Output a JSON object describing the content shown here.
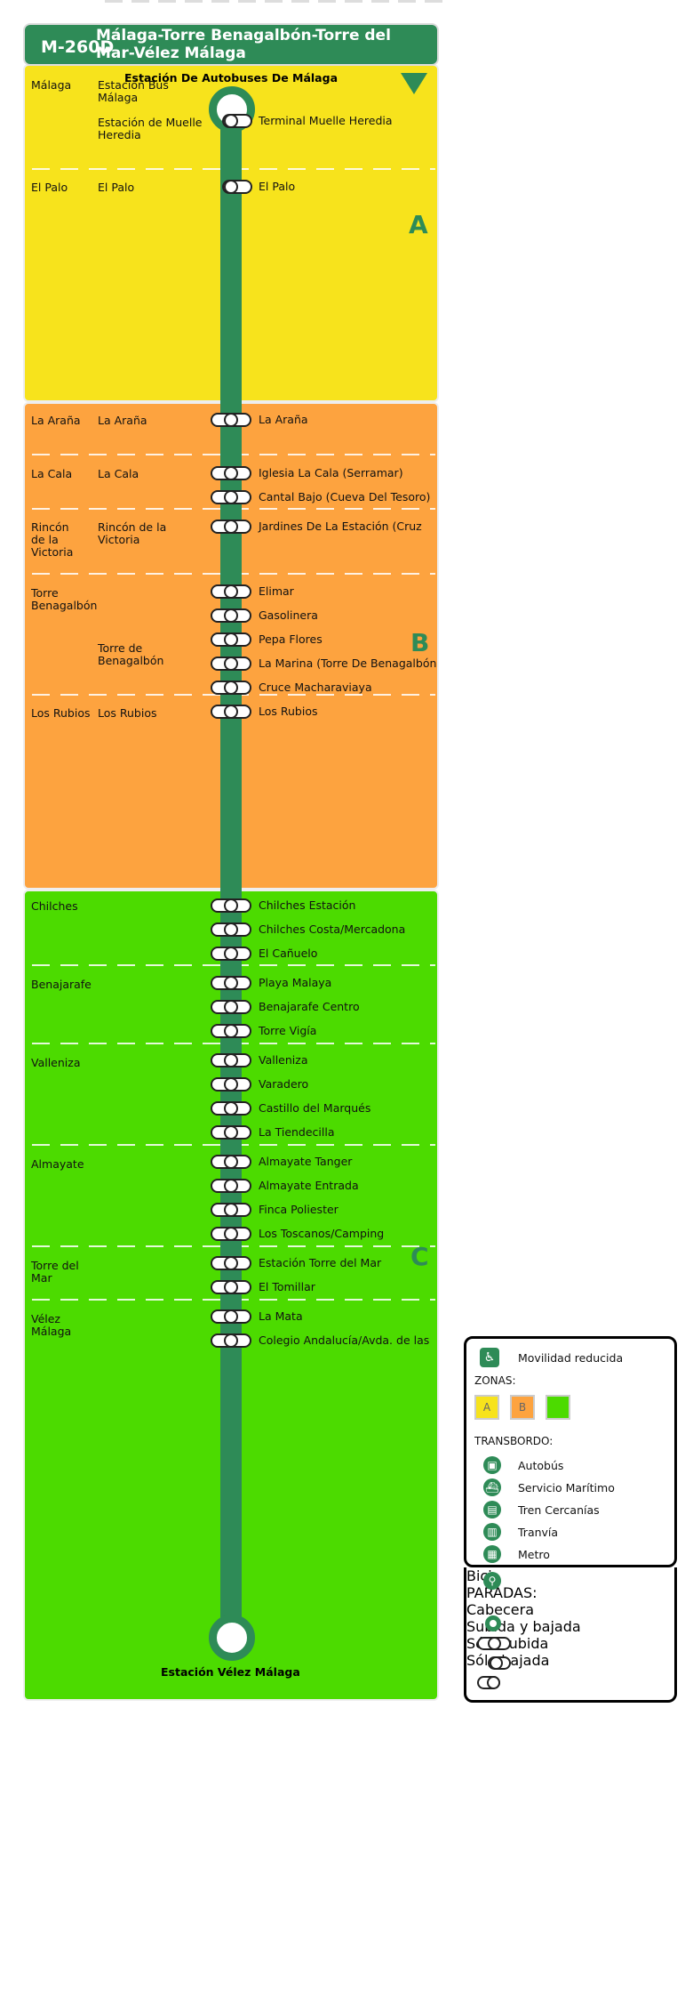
{
  "header": {
    "code": "M-260D",
    "title": "Málaga-Torre Benagalbón-Torre del Mar-Vélez Málaga"
  },
  "colors": {
    "line": "#2e8b57",
    "zone_a": "#f7e31c",
    "zone_b": "#fda33f",
    "zone_c": "#4cdb00"
  },
  "terminus_start": "Estación De Autobuses De Málaga",
  "terminus_end": "Estación Vélez Málaga",
  "zones": [
    {
      "letter": "A",
      "color": "#f7e31c"
    },
    {
      "letter": "B",
      "color": "#fda33f"
    },
    {
      "letter": "C",
      "color": "#4cdb00"
    }
  ],
  "municipalities": [
    "Málaga",
    "El Palo",
    "La Araña",
    "La Cala",
    "Rincón de la Victoria",
    "Torre Benagalbón",
    "Los Rubios",
    "Chilches",
    "Benajarafe",
    "Valleniza",
    "Almayate",
    "Torre del Mar",
    "Vélez Málaga"
  ],
  "localities": [
    "Estación Bus Málaga",
    "Estación de Muelle Heredia",
    "El Palo",
    "La Araña",
    "La Cala",
    "Rincón de la Victoria",
    "Torre de Benagalbón",
    "Los Rubios"
  ],
  "stops": [
    {
      "name": "Terminal Muelle Heredia",
      "type": "down"
    },
    {
      "name": "El Palo",
      "type": "down"
    },
    {
      "name": "La Araña",
      "type": "both"
    },
    {
      "name": "Iglesia La Cala (Serramar)",
      "type": "both"
    },
    {
      "name": "Cantal Bajo (Cueva Del Tesoro)",
      "type": "both"
    },
    {
      "name": "Jardines De La Estación (Cruz",
      "type": "both"
    },
    {
      "name": "Elimar",
      "type": "both"
    },
    {
      "name": "Gasolinera",
      "type": "both"
    },
    {
      "name": "Pepa Flores",
      "type": "both"
    },
    {
      "name": "La Marina (Torre De Benagalbón",
      "type": "both"
    },
    {
      "name": "Cruce Macharaviaya",
      "type": "both"
    },
    {
      "name": "Los Rubios",
      "type": "both"
    },
    {
      "name": "Chilches Estación",
      "type": "both"
    },
    {
      "name": "Chilches Costa/Mercadona",
      "type": "both"
    },
    {
      "name": "El Cañuelo",
      "type": "both"
    },
    {
      "name": "Playa Malaya",
      "type": "both"
    },
    {
      "name": "Benajarafe Centro",
      "type": "both"
    },
    {
      "name": "Torre Vigía",
      "type": "both"
    },
    {
      "name": "Valleniza",
      "type": "both"
    },
    {
      "name": "Varadero",
      "type": "both"
    },
    {
      "name": "Castillo del Marqués",
      "type": "both"
    },
    {
      "name": "La Tiendecilla",
      "type": "both"
    },
    {
      "name": "Almayate Tanger",
      "type": "both"
    },
    {
      "name": "Almayate Entrada",
      "type": "both"
    },
    {
      "name": "Finca Poliester",
      "type": "both"
    },
    {
      "name": "Los Toscanos/Camping",
      "type": "both"
    },
    {
      "name": "Estación Torre del Mar",
      "type": "both"
    },
    {
      "name": "El Tomillar",
      "type": "both"
    },
    {
      "name": "La Mata",
      "type": "both"
    },
    {
      "name": "Colegio Andalucía/Avda. de las",
      "type": "both"
    }
  ],
  "legend": {
    "accessibility": "Movilidad reducida",
    "zones_heading": "ZONAS:",
    "zone_letters": [
      "A",
      "B"
    ],
    "transfer_heading": "TRANSBORDO:",
    "transfers": [
      "Autobús",
      "Servicio Marítimo",
      "Tren Cercanías",
      "Tranvía",
      "Metro",
      "Bici"
    ],
    "stops_heading": "PARADAS:",
    "stop_types": [
      "Cabecera",
      "Subida y bajada",
      "Sólo subida",
      "Sólo bajada"
    ]
  }
}
